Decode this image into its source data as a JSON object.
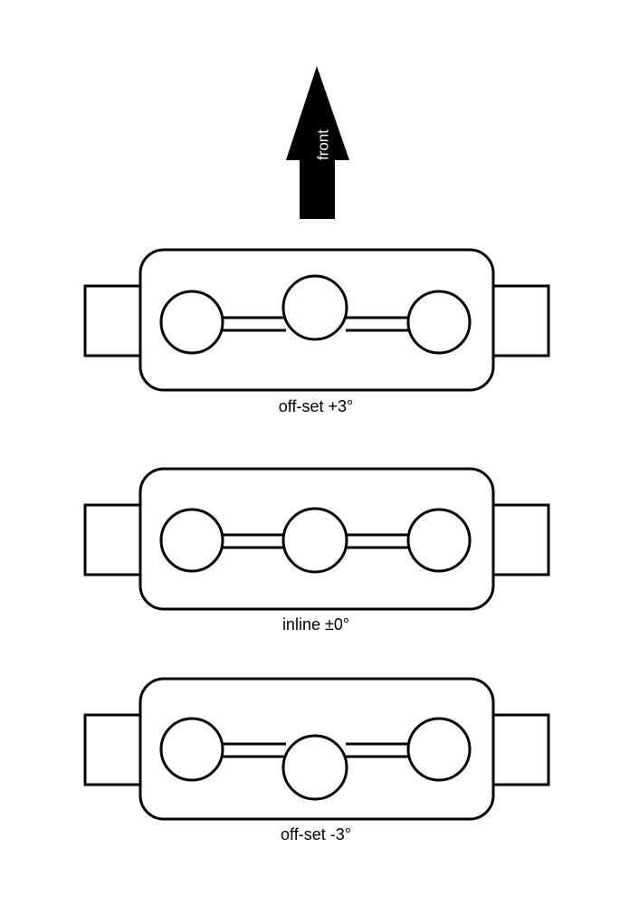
{
  "direction_arrow": {
    "label": "front",
    "color": "#000000"
  },
  "configurations": [
    {
      "caption": "off-set +3°",
      "middle_offset": "up"
    },
    {
      "caption": "inline ±0°",
      "middle_offset": "none"
    },
    {
      "caption": "off-set -3°",
      "middle_offset": "down"
    }
  ]
}
